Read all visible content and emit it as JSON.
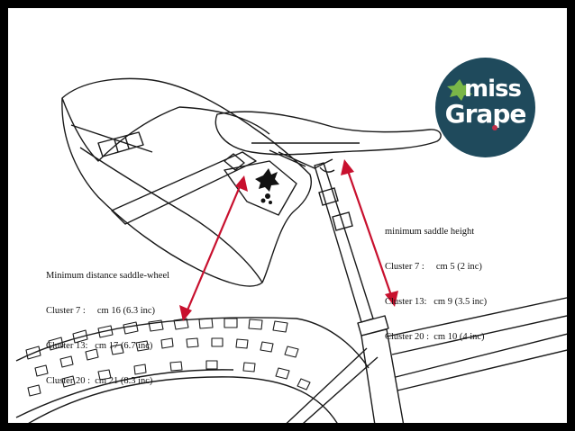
{
  "logo": {
    "line1": "miss",
    "line2": "Grape",
    "bg_color": "#1f4a5c",
    "leaf_color": "#7ab648",
    "berry_color": "#c0304a"
  },
  "annotations": {
    "saddle_wheel": {
      "title": "Minimum distance saddle-wheel",
      "rows": [
        "Cluster 7 :     cm 16 (6.3 inc)",
        "Cluster 13:   cm 17 (6.7 inc)",
        "Cluster 20 :  cm 21 (8.3 inc)"
      ]
    },
    "saddle_height": {
      "title": "minimum saddle height",
      "rows": [
        "Cluster 7 :     cm 5 (2 inc)",
        "Cluster 13:   cm 9 (3.5 inc)",
        "Cluster 20 :  cm 10 (4 inc)"
      ]
    }
  },
  "colors": {
    "arrow": "#c8102e",
    "line": "#1a1a1a"
  }
}
